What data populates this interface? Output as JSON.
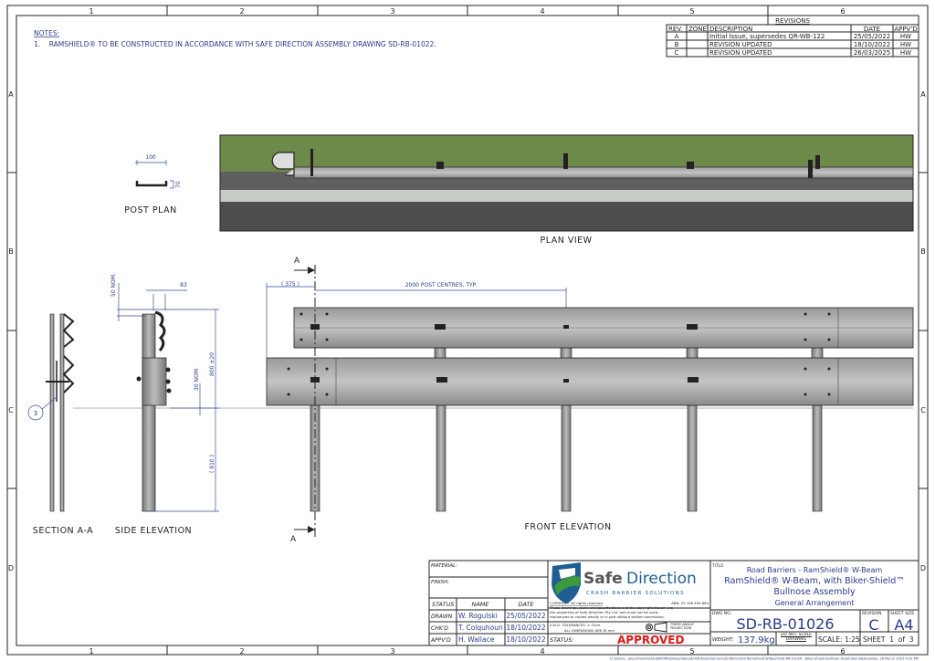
{
  "grid": {
    "columns": [
      "1",
      "2",
      "3",
      "4",
      "5",
      "6"
    ],
    "rows": [
      "A",
      "B",
      "C",
      "D"
    ]
  },
  "notes": {
    "heading": "NOTES:",
    "items": [
      "1.    RAMSHIELD® TO BE CONSTRUCTED IN ACCORDANCE WITH SAFE DIRECTION ASSEMBLY DRAWING SD-RB-01022."
    ]
  },
  "revisions": {
    "title": "REVISIONS",
    "headers": [
      "REV.",
      "ZONE",
      "DESCRIPTION",
      "DATE",
      "APPV'D"
    ],
    "rows": [
      [
        "A",
        "",
        "Initial Issue, supersedes QR-WB-122",
        "25/05/2022",
        "HW"
      ],
      [
        "B",
        "",
        "REVISION UPDATED",
        "18/10/2022",
        "HW"
      ],
      [
        "C",
        "",
        "REVISION UPDATED",
        "26/03/2025",
        "HW"
      ]
    ]
  },
  "views": {
    "post_plan": "POST PLAN",
    "plan_view": "PLAN VIEW",
    "section": "SECTION A-A",
    "side_elevation": "SIDE ELEVATION",
    "front_elevation": "FRONT ELEVATION",
    "section_marker": "A",
    "balloon": "3"
  },
  "dimensions": {
    "post_width": "100",
    "post_depth": "70",
    "nom50": "50 NOM.",
    "offset83": "83",
    "nom30": "30 NOM.",
    "height": "800 ±20",
    "embed": "( 810 )",
    "start": "( 375 )",
    "post_centres": "2000 POST CENTRES, TYP."
  },
  "title_block": {
    "material_label": "MATERIAL:",
    "finish_label": "FINISH:",
    "headers": [
      "STATUS",
      "NAME",
      "DATE"
    ],
    "rows": [
      [
        "DRAWN",
        "W. Rogulski",
        "25/05/2022"
      ],
      [
        "CHK'D",
        "T. Colquhoun",
        "18/10/2022"
      ],
      [
        "APPV'D",
        "H. Wallace",
        "18/10/2022"
      ]
    ],
    "logo_safe": "Safe",
    "logo_direction": "Direction",
    "logo_tagline": "CRASH BARRIER SOLUTIONS",
    "copyright_label": "COPYRIGHT  All rights reserved",
    "abn": "ABN: 53 156 459 684",
    "copyright_text_1": "These drawings, plans and specifications and the copyright therein are",
    "copyright_text_2": "the properties of Safe Direction Pty Ltd, and must not be used,",
    "copyright_text_3": "reproduced or copied wholly or in part without written permission.",
    "tolerances_1": "U.N.O.  TOLERANCES: ± 1mm",
    "tolerances_2": "ALL DIMENSIONS ARE IN mm",
    "projection": "THIRD ANGLE PROJECTION",
    "status_label": "STATUS:",
    "status_value": "APPROVED",
    "title_label": "TITLE:",
    "title_1": "Road Barriers - RamShield® W-Beam",
    "title_2": "RamShield® W-Beam, with Biker-Shield™",
    "title_3": "Bullnose Assembly",
    "title_4": "General Arrangement",
    "dwg_label": "DWG NO.",
    "dwg_no": "SD-RB-01026",
    "revision_label": "REVISION",
    "revision": "C",
    "sheet_size_label": "SHEET SIZE",
    "sheet_size": "A4",
    "weight_label": "WEIGHT:",
    "weight": "137.9kg",
    "do_not_scale": "DO NOT SCALE DRAWING",
    "scale": "SCALE: 1:25",
    "sheet": "SHEET  1  of  3",
    "file_path": "C:\\Users\\...\\Documents\\SOLIDWORKS\\Assembly\\SD-RB Road Barriers\\SD-RB-01026 RamShield W-Beam\\SD-RB-01026 - Biker-Shield Bullnose Assembly\\  Wednesday, 26 March 2025 4:31 PM"
  },
  "colors": {
    "line": "#3a4aa0",
    "approved": "#e01818",
    "logo_blue": "#1f5e93",
    "logo_green": "#3c9a3c"
  }
}
